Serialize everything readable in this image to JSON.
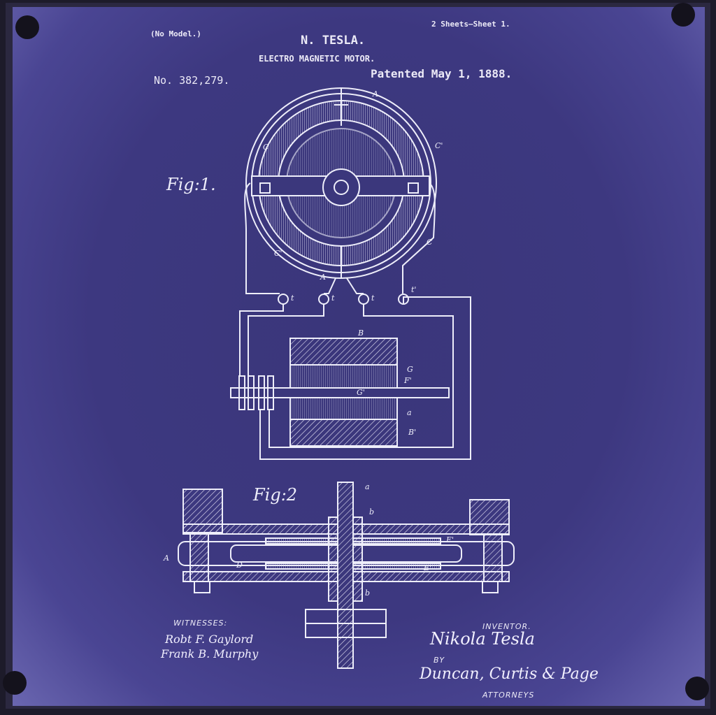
{
  "header": {
    "no_model": "(No Model.)",
    "sheets": "2 Sheets—Sheet 1.",
    "inventor_name": "N. TESLA.",
    "title": "ELECTRO MAGNETIC MOTOR.",
    "patent_number": "No. 382,279.",
    "patented_date": "Patented May 1, 1888."
  },
  "figures": {
    "fig1_label": "Fig:1.",
    "fig2_label": "Fig:2",
    "fig1_letters": {
      "A_top": "A",
      "C_left": "C",
      "C_right": "C'",
      "C_lower_left": "C'",
      "C_lower_right": "C",
      "A_bottom": "A",
      "t1": "t",
      "t2": "t",
      "t3": "t",
      "t4": "t'",
      "B": "B",
      "G": "G",
      "F": "F'",
      "G_center": "G'",
      "a": "a",
      "B_prime": "B'"
    },
    "fig2_letters": {
      "a": "a",
      "b_top": "b",
      "b_bottom": "b",
      "A": "A",
      "D": "D",
      "E_top": "E'",
      "E_bottom": "E'"
    }
  },
  "footer": {
    "witnesses_label": "WITNESSES:",
    "witness_1": "Robt F. Gaylord",
    "witness_2": "Frank B. Murphy",
    "inventor_label": "INVENTOR.",
    "inventor_signature": "Nikola Tesla",
    "by_label": "BY",
    "attorneys_signature": "Duncan, Curtis & Page",
    "attorneys_label": "ATTORNEYS"
  }
}
